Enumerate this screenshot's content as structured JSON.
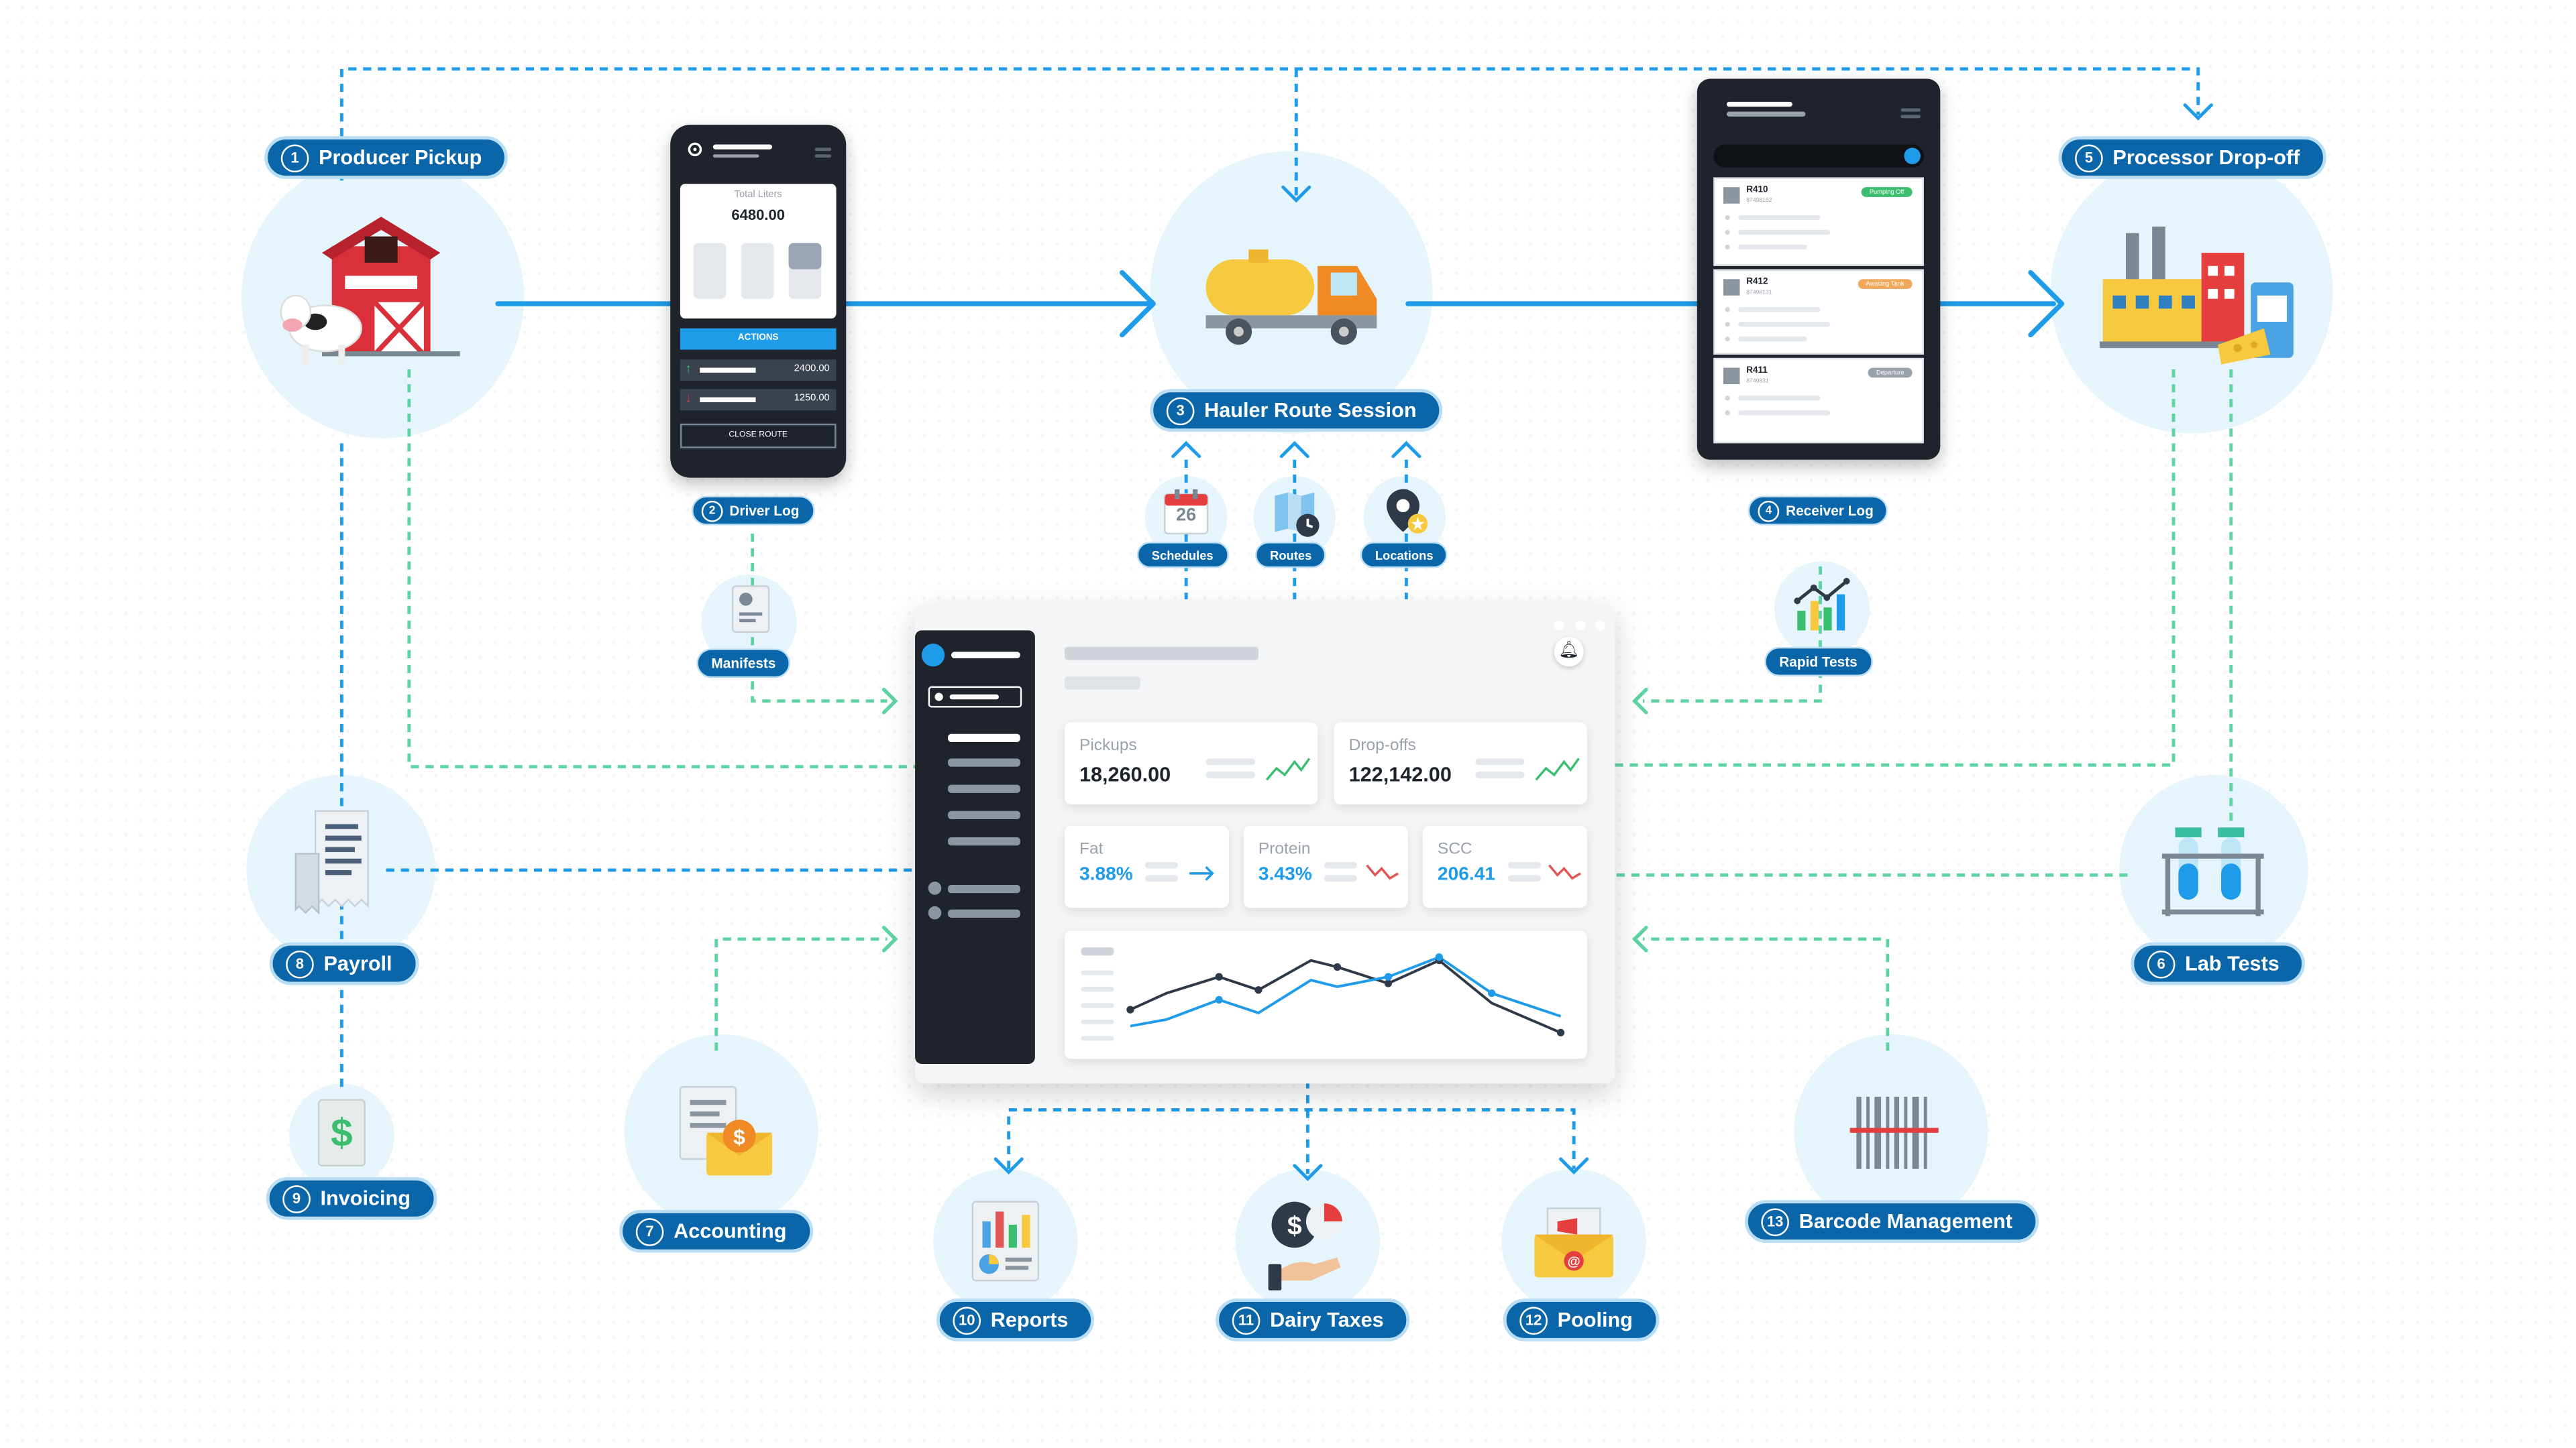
{
  "nodes": {
    "producer_pickup": {
      "num": "1",
      "label": "Producer Pickup"
    },
    "driver_log": {
      "num": "2",
      "label": "Driver Log"
    },
    "hauler_route_session": {
      "num": "3",
      "label": "Hauler Route Session"
    },
    "receiver_log": {
      "num": "4",
      "label": "Receiver Log"
    },
    "processor_dropoff": {
      "num": "5",
      "label": "Processor Drop-off"
    },
    "lab_tests": {
      "num": "6",
      "label": "Lab Tests"
    },
    "accounting": {
      "num": "7",
      "label": "Accounting"
    },
    "payroll": {
      "num": "8",
      "label": "Payroll"
    },
    "invoicing": {
      "num": "9",
      "label": "Invoicing"
    },
    "reports": {
      "num": "10",
      "label": "Reports"
    },
    "dairy_taxes": {
      "num": "11",
      "label": "Dairy Taxes"
    },
    "pooling": {
      "num": "12",
      "label": "Pooling"
    },
    "barcode_management": {
      "num": "13",
      "label": "Barcode Management"
    }
  },
  "sub_labels": {
    "schedules": "Schedules",
    "routes": "Routes",
    "locations": "Locations",
    "manifests": "Manifests",
    "rapid_tests": "Rapid Tests"
  },
  "driver_phone": {
    "total_label": "Total Liters",
    "total_value": "6480.00",
    "actions_label": "ACTIONS",
    "rows": [
      {
        "value": "2400.00"
      },
      {
        "value": "1250.00"
      }
    ],
    "close_label": "CLOSE ROUTE"
  },
  "receiver_phone": {
    "items": [
      {
        "id": "R410",
        "sub": "87498162",
        "status": "Pumping Off",
        "status_color": "#3bbf6f"
      },
      {
        "id": "R412",
        "sub": "87498131",
        "status": "Awaiting Tank",
        "status_color": "#f0a95a"
      },
      {
        "id": "R411",
        "sub": "8749831",
        "status": "Departure",
        "status_color": "#9aa1a9"
      }
    ]
  },
  "dashboard": {
    "pickups": {
      "label": "Pickups",
      "value": "18,260.00"
    },
    "dropoffs": {
      "label": "Drop-offs",
      "value": "122,142.00"
    },
    "fat": {
      "label": "Fat",
      "value": "3.88%"
    },
    "protein": {
      "label": "Protein",
      "value": "3.43%"
    },
    "scc": {
      "label": "SCC",
      "value": "206.41"
    }
  },
  "calendar_day": "26",
  "colors": {
    "pill": "#0a66a8",
    "flow_blue": "#1e9be9",
    "flow_green": "#5fd3a4",
    "circle_bg": "#e6f4fc"
  }
}
